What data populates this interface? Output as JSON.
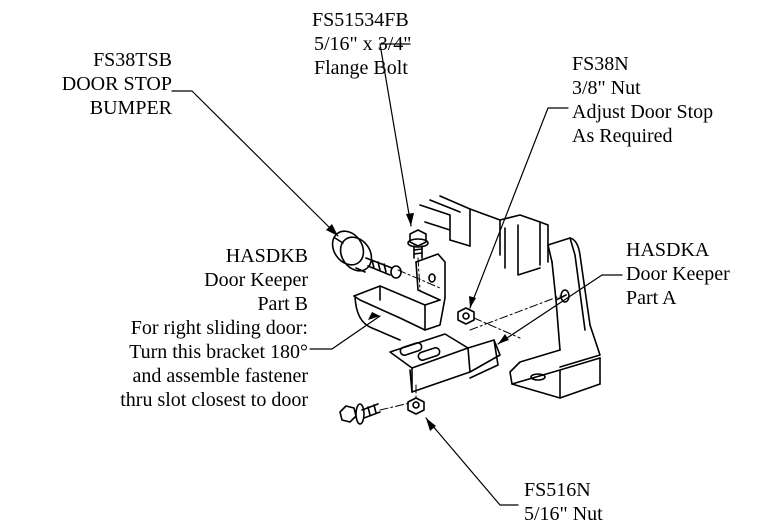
{
  "callouts": {
    "fs38tsb": [
      "FS38TSB",
      "DOOR STOP",
      "BUMPER"
    ],
    "fs51534fb": [
      "FS51534FB",
      "5/16\" x 3/4\"",
      "Flange Bolt"
    ],
    "fs38n": [
      "FS38N",
      "3/8\" Nut",
      "Adjust Door Stop",
      "As Required"
    ],
    "hasdka": [
      "HASDKA",
      "Door Keeper",
      "Part A"
    ],
    "hasdkb": [
      "HASDKB",
      "Door Keeper",
      "Part B",
      "For right sliding door:",
      "Turn this bracket 180°",
      "and assemble fastener",
      "thru slot closest to door"
    ],
    "fs516n": [
      "FS516N",
      "5/16\" Nut"
    ]
  },
  "icons": [
    "door-stop-bumper-icon",
    "flange-bolt-icon",
    "nut-icon",
    "door-keeper-bracket-icon",
    "door-frame-icon"
  ]
}
